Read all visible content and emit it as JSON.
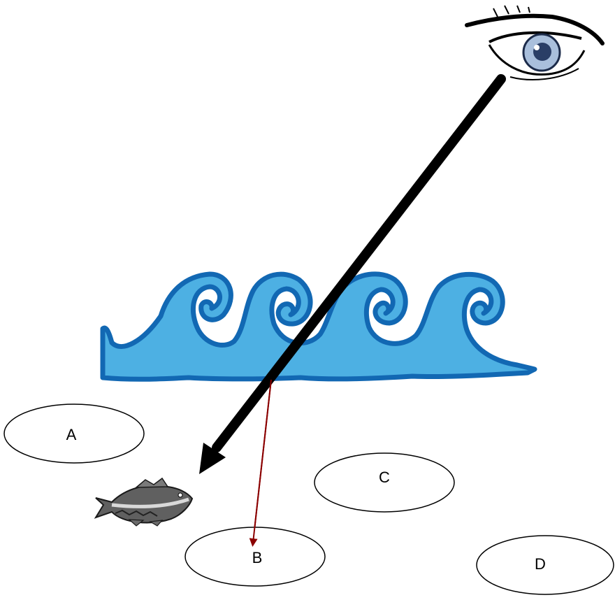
{
  "diagram": {
    "options": [
      {
        "id": "A",
        "label": "A"
      },
      {
        "id": "B",
        "label": "B"
      },
      {
        "id": "C",
        "label": "C"
      },
      {
        "id": "D",
        "label": "D"
      }
    ],
    "icons": {
      "eye": "eye-icon",
      "fish": "fish-icon",
      "water": "water-waves"
    },
    "colors": {
      "water_fill": "#4db0e3",
      "water_outline": "#1268b3",
      "sight_line": "#000000",
      "refracted_ray": "#8b0000",
      "ellipse_stroke": "#000000",
      "iris": "#a9bfdc",
      "fish_body": "#606060"
    }
  }
}
